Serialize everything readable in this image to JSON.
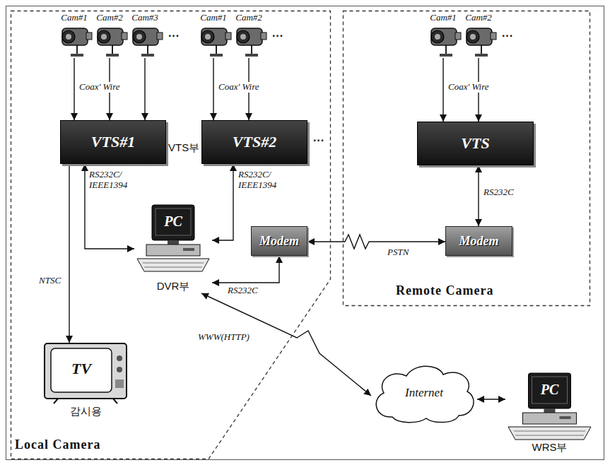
{
  "diagram": {
    "nodes": [
      {
        "text": [
          "Local Camera"
        ]
      },
      {
        "text": [
          "Remote Camera"
        ]
      },
      {
        "text": [
          "Cam#1"
        ],
        "in": 0
      },
      {
        "text": [
          "Cam#2"
        ],
        "in": 0
      },
      {
        "text": [
          "Cam#3"
        ],
        "in": 0
      },
      {
        "text": [
          "Cam#1"
        ],
        "in": 0
      },
      {
        "text": [
          "Cam#2"
        ],
        "in": 0
      },
      {
        "text": [
          "Cam#1"
        ],
        "in": 1
      },
      {
        "text": [
          "Cam#2"
        ],
        "in": 1
      },
      {
        "text": [
          "VTS#1"
        ],
        "in": 0
      },
      {
        "text": [
          "VTS#2"
        ],
        "in": 0
      },
      {
        "text": [
          "VTS"
        ],
        "in": 1
      },
      {
        "text": [
          "PC",
          "DVR부"
        ],
        "in": 0
      },
      {
        "text": [
          "Modem"
        ],
        "in": 0
      },
      {
        "text": [
          "Modem"
        ],
        "in": 1
      },
      {
        "text": [
          "TV",
          "감시용"
        ],
        "in": 0
      },
      {
        "text": [
          "Internet"
        ]
      },
      {
        "text": [
          "PC",
          "WRS부"
        ]
      }
    ],
    "edges": [
      {
        "from": 2,
        "to": 9,
        "arrow": "to"
      },
      {
        "from": 3,
        "to": 9,
        "arrow": "to"
      },
      {
        "from": 4,
        "to": 9,
        "arrow": "to"
      },
      {
        "from": 5,
        "to": 10,
        "arrow": "to"
      },
      {
        "from": 6,
        "to": 10,
        "arrow": "to"
      },
      {
        "from": 7,
        "to": 11,
        "arrow": "to"
      },
      {
        "from": 8,
        "to": 11,
        "arrow": "to"
      },
      {
        "from": 9,
        "to": 12,
        "label": "RS232C/ IEEE1394",
        "arrow": "both"
      },
      {
        "from": 10,
        "to": 12,
        "label": "RS232C/ IEEE1394",
        "arrow": "both"
      },
      {
        "from": 9,
        "to": 15,
        "label": "NTSC",
        "arrow": "to"
      },
      {
        "from": 12,
        "to": 13,
        "label": "RS232C",
        "arrow": "both"
      },
      {
        "from": 13,
        "to": 14,
        "label": "PSTN",
        "arrow": "both"
      },
      {
        "from": 11,
        "to": 14,
        "label": "RS232C",
        "arrow": "both"
      },
      {
        "from": 12,
        "to": 16,
        "label": "WWW(HTTP)",
        "arrow": "both"
      },
      {
        "from": 16,
        "to": 17,
        "arrow": "both"
      }
    ],
    "labels": [
      "VTS부",
      "Coax' Wire",
      "Coax' Wire",
      "Coax' Wire",
      "···",
      "···",
      "···",
      "···"
    ]
  }
}
